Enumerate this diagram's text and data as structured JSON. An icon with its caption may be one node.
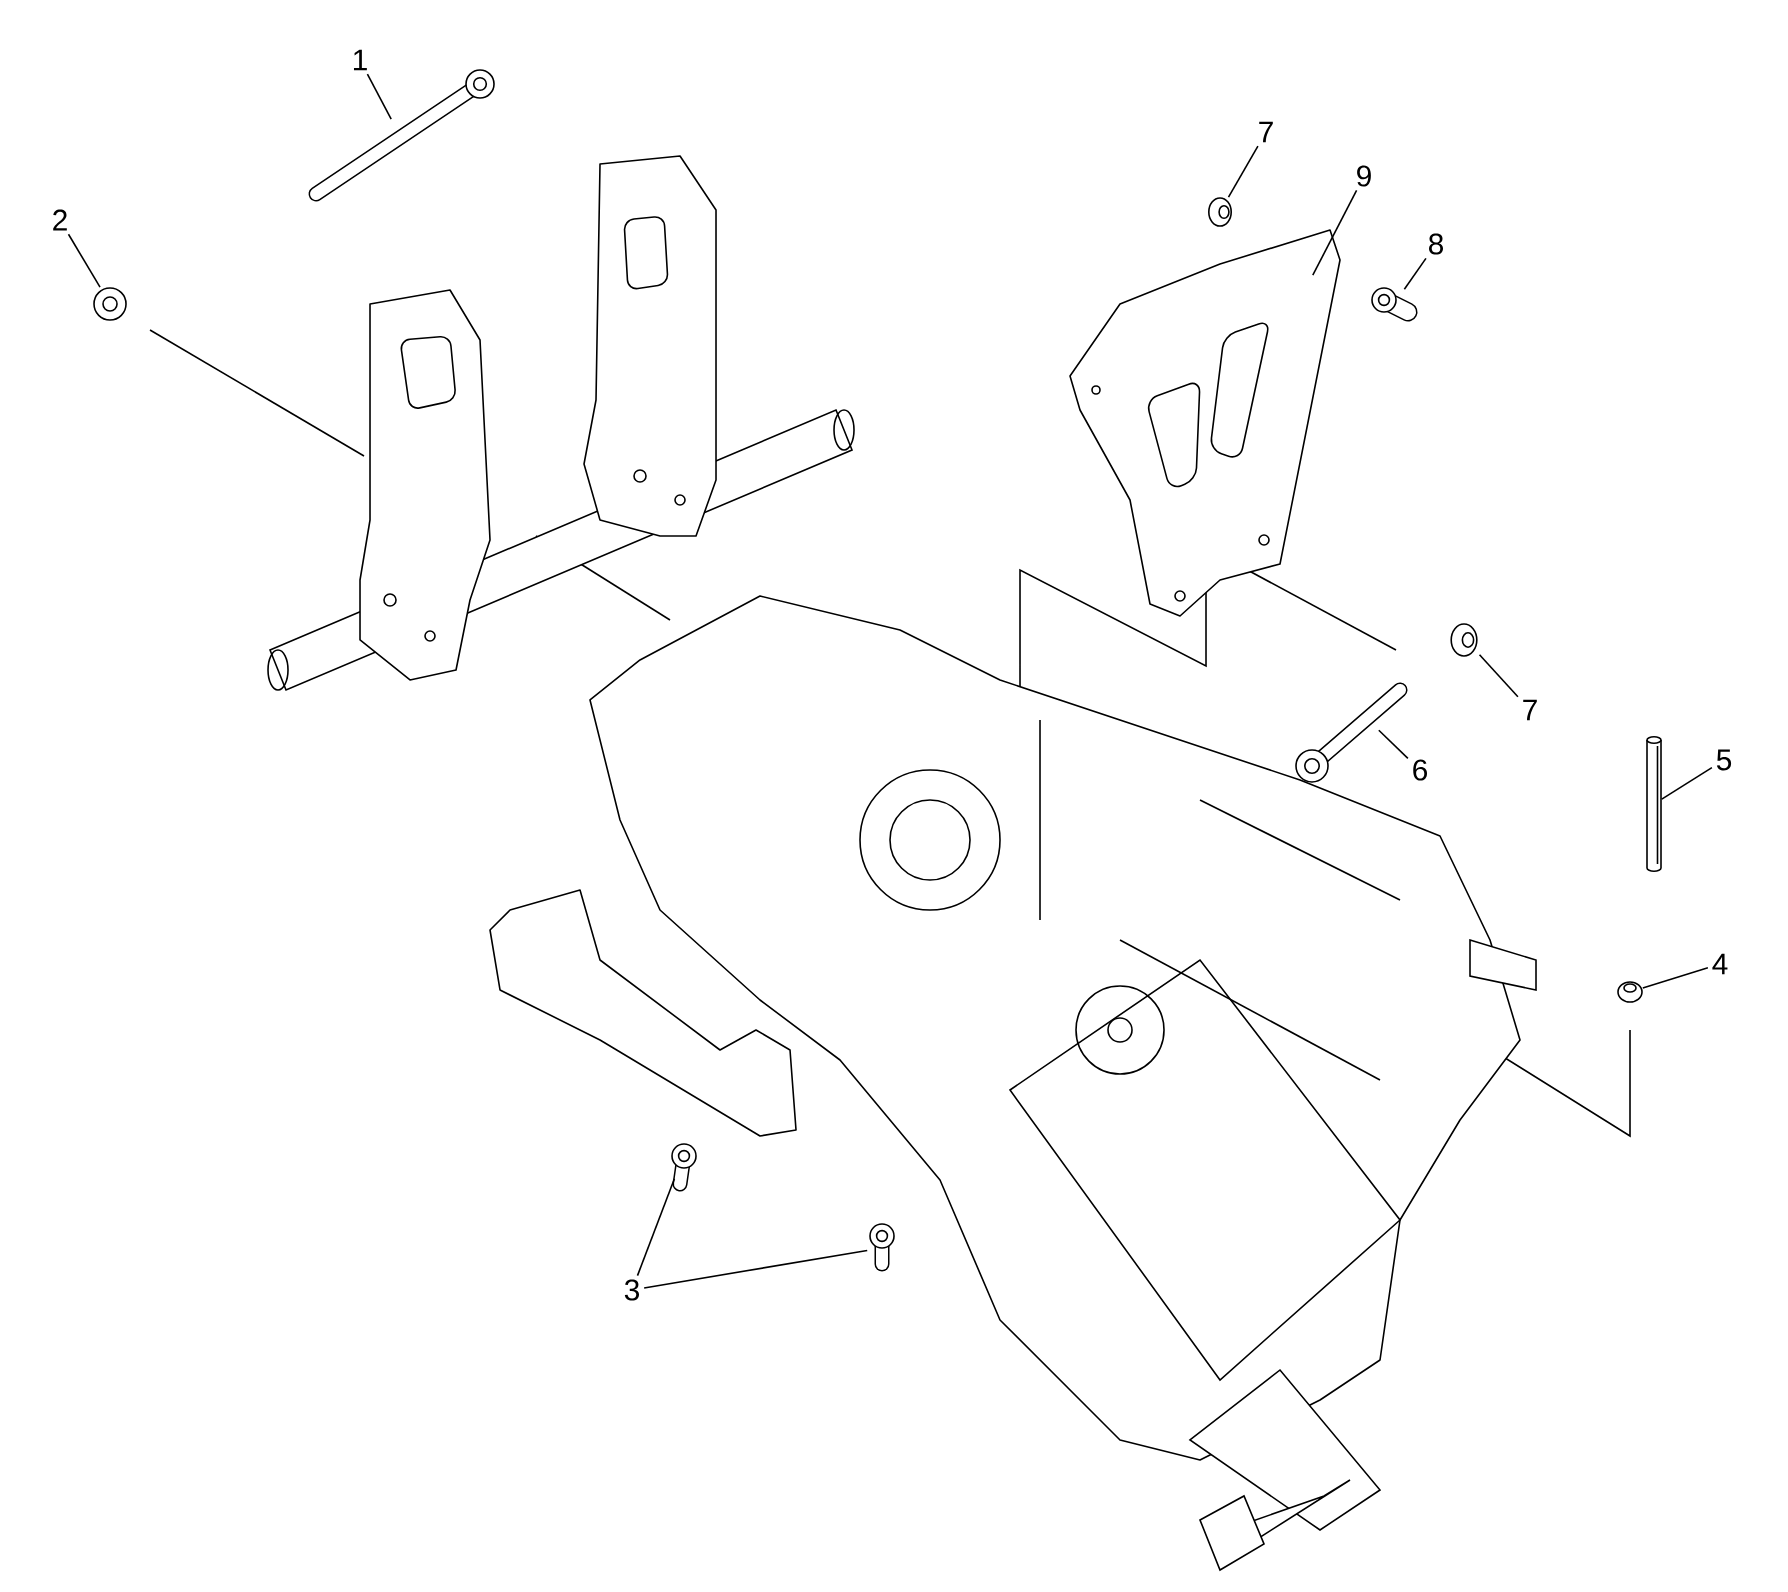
{
  "diagram": {
    "nodes": [
      {
        "text": [
          "1"
        ]
      },
      {
        "text": [],
        "shape": "picture"
      },
      {
        "text": [
          "2"
        ]
      },
      {
        "text": [],
        "shape": "picture"
      },
      {
        "text": [
          "3"
        ]
      },
      {
        "text": [],
        "shape": "picture"
      },
      {
        "text": [],
        "shape": "picture"
      },
      {
        "text": [
          "4"
        ]
      },
      {
        "text": [],
        "shape": "picture"
      },
      {
        "text": [
          "5"
        ]
      },
      {
        "text": [],
        "shape": "cylinder"
      },
      {
        "text": [
          "6"
        ]
      },
      {
        "text": [],
        "shape": "picture"
      },
      {
        "text": [
          "7"
        ]
      },
      {
        "text": [],
        "shape": "picture"
      },
      {
        "text": [
          "7"
        ]
      },
      {
        "text": [],
        "shape": "picture"
      },
      {
        "text": [
          "8"
        ]
      },
      {
        "text": [],
        "shape": "picture"
      },
      {
        "text": [
          "9"
        ]
      },
      {
        "text": [],
        "shape": "picture"
      }
    ],
    "edges": [
      {
        "from": 0,
        "to": 1,
        "arrow": "none"
      },
      {
        "from": 2,
        "to": 3,
        "arrow": "none"
      },
      {
        "from": 4,
        "to": 5,
        "arrow": "none"
      },
      {
        "from": 4,
        "to": 6,
        "arrow": "none"
      },
      {
        "from": 7,
        "to": 8,
        "arrow": "none"
      },
      {
        "from": 9,
        "to": 10,
        "arrow": "none"
      },
      {
        "from": 11,
        "to": 12,
        "arrow": "none"
      },
      {
        "from": 13,
        "to": 14,
        "arrow": "none"
      },
      {
        "from": 15,
        "to": 16,
        "arrow": "none"
      },
      {
        "from": 17,
        "to": 18,
        "arrow": "none"
      },
      {
        "from": 19,
        "to": 20,
        "arrow": "none"
      }
    ]
  }
}
